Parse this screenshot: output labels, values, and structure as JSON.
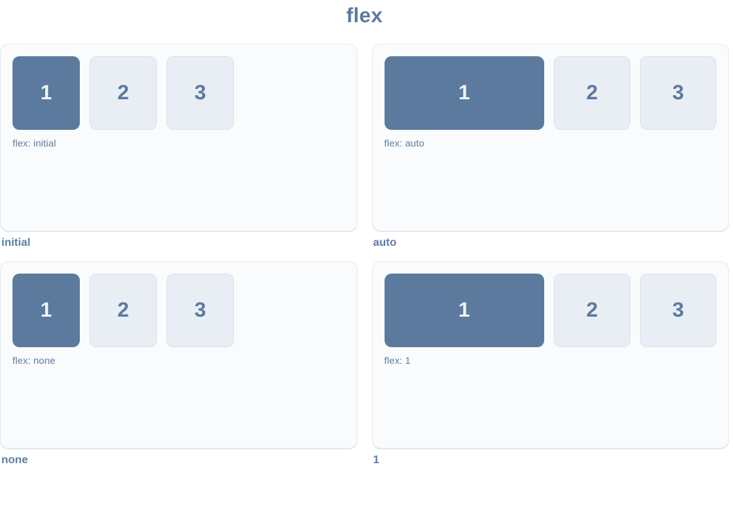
{
  "title": "flex",
  "colors": {
    "accent": "#5b7a9d",
    "box_muted_bg": "#e9eef5",
    "box_muted_border": "#d9e1ed",
    "panel_bg": "#fafbfd",
    "panel_border": "#e4e9f2",
    "text": "#5d7ca0"
  },
  "panels": [
    {
      "caption": "initial",
      "label": "flex: initial",
      "behavior": "fixed",
      "highlighted_box": "1",
      "boxes": [
        "1",
        "2",
        "3"
      ]
    },
    {
      "caption": "auto",
      "label": "flex: auto",
      "behavior": "grow",
      "highlighted_box": "1",
      "boxes": [
        "1",
        "2",
        "3"
      ]
    },
    {
      "caption": "none",
      "label": "flex: none",
      "behavior": "fixed",
      "highlighted_box": "1",
      "boxes": [
        "1",
        "2",
        "3"
      ]
    },
    {
      "caption": "1",
      "label": "flex: 1",
      "behavior": "grow",
      "highlighted_box": "1",
      "boxes": [
        "1",
        "2",
        "3"
      ]
    }
  ]
}
